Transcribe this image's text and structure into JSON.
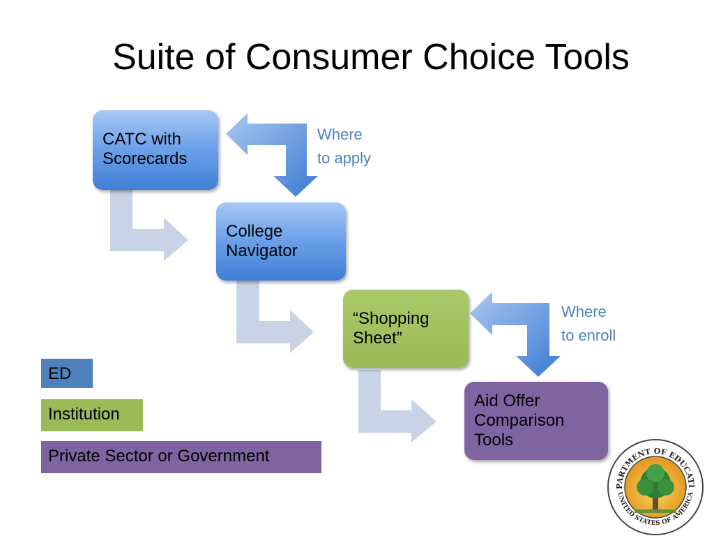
{
  "slide": {
    "title": "Suite of Consumer Choice Tools"
  },
  "boxes": {
    "catc": "CATC with Scorecards",
    "navigator": "College Navigator",
    "shopping_sheet": "“Shopping Sheet”",
    "aid_offer": "Aid Offer Comparison Tools"
  },
  "side_labels": {
    "where_to_apply_line1": "Where",
    "where_to_apply_line2": "to apply",
    "where_to_enroll_line1": "Where",
    "where_to_enroll_line2": "to enroll"
  },
  "legend": {
    "ed": "ED",
    "institution": "Institution",
    "private": "Private Sector or Government"
  },
  "seal": {
    "text_top": "DEPARTMENT OF EDUCATION",
    "text_bottom": "UNITED STATES OF AMERICA"
  },
  "colors": {
    "ed_blue": "#4f81bd",
    "institution_green": "#9bbb59",
    "private_purple": "#8064a2",
    "arrow_light": "#c8d3e5",
    "label_blue": "#4f81bd"
  }
}
